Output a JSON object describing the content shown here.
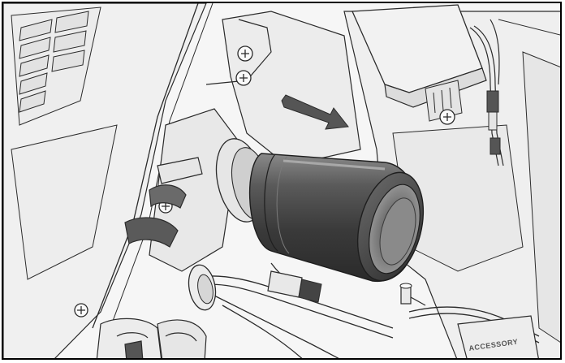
{
  "illustration": {
    "panel_label": "ACCESSORY",
    "arrow_direction": "right",
    "colors": {
      "background": "#f6f6f6",
      "line": "#2b2b2b",
      "part_dark": "#3a3a3a",
      "part_mid": "#6e6e6e",
      "part_light": "#9a9a9a",
      "body_panel": "#ececec",
      "arrow": "#555555",
      "frame": "#000000"
    },
    "parts": [
      {
        "name": "intake-filter",
        "icon": "cylinder-filter-icon"
      },
      {
        "name": "removal-arrow",
        "icon": "arrow-right-icon"
      },
      {
        "name": "mounting-screw",
        "icon": "screw-icon"
      },
      {
        "name": "control-module",
        "icon": "module-box-icon"
      },
      {
        "name": "wiring-harness",
        "icon": "wire-icon"
      },
      {
        "name": "connector",
        "icon": "connector-plug-icon"
      }
    ]
  }
}
